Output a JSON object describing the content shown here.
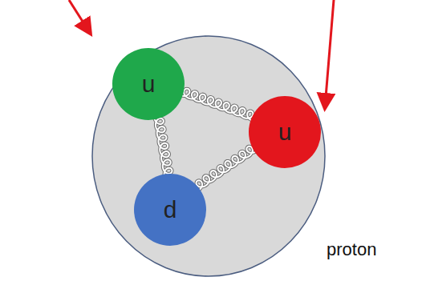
{
  "diagram": {
    "nodes": [
      {
        "text": [
          "proton"
        ]
      },
      {
        "text": [
          "u"
        ],
        "in": 0
      },
      {
        "text": [
          "u"
        ],
        "in": 0
      },
      {
        "text": [
          "d"
        ],
        "in": 0
      }
    ],
    "edges": [
      {
        "from": 1,
        "to": 2,
        "arrow": "none"
      },
      {
        "from": 1,
        "to": 3,
        "arrow": "none"
      },
      {
        "from": 3,
        "to": 2,
        "arrow": "none"
      }
    ]
  }
}
